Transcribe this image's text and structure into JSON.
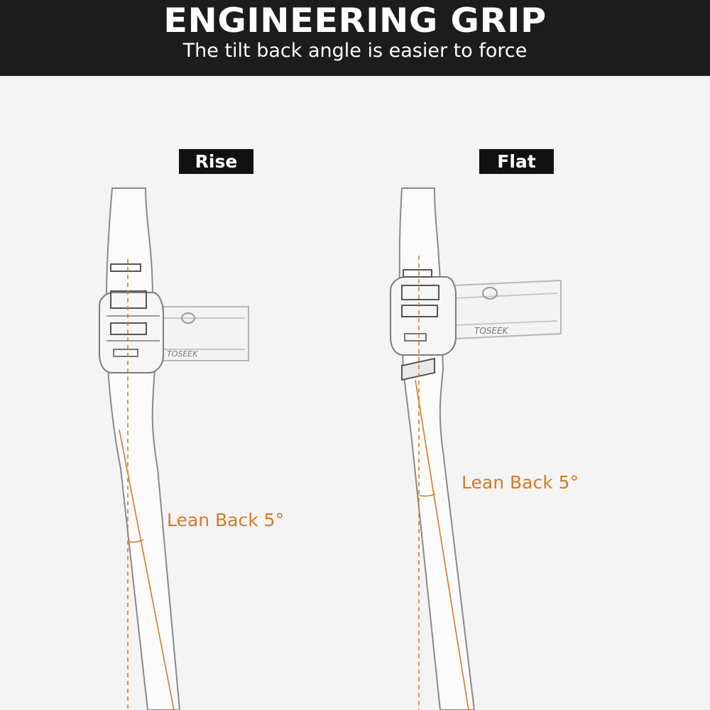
{
  "header": {
    "title": "ENGINEERING GRIP",
    "subtitle": "The tilt back angle is easier to force"
  },
  "rise": {
    "tag": "Rise",
    "angle_label": "Lean Back 5°",
    "brand_text": "TOSEEK"
  },
  "flat": {
    "tag": "Flat",
    "angle_label": "Lean Back 5°",
    "brand_text": "TOSEEK"
  },
  "colors": {
    "header_bg": "#1c1c1c",
    "background": "#f4f4f4",
    "accent_orange": "#d97a1f",
    "tag_bg": "#111111"
  }
}
